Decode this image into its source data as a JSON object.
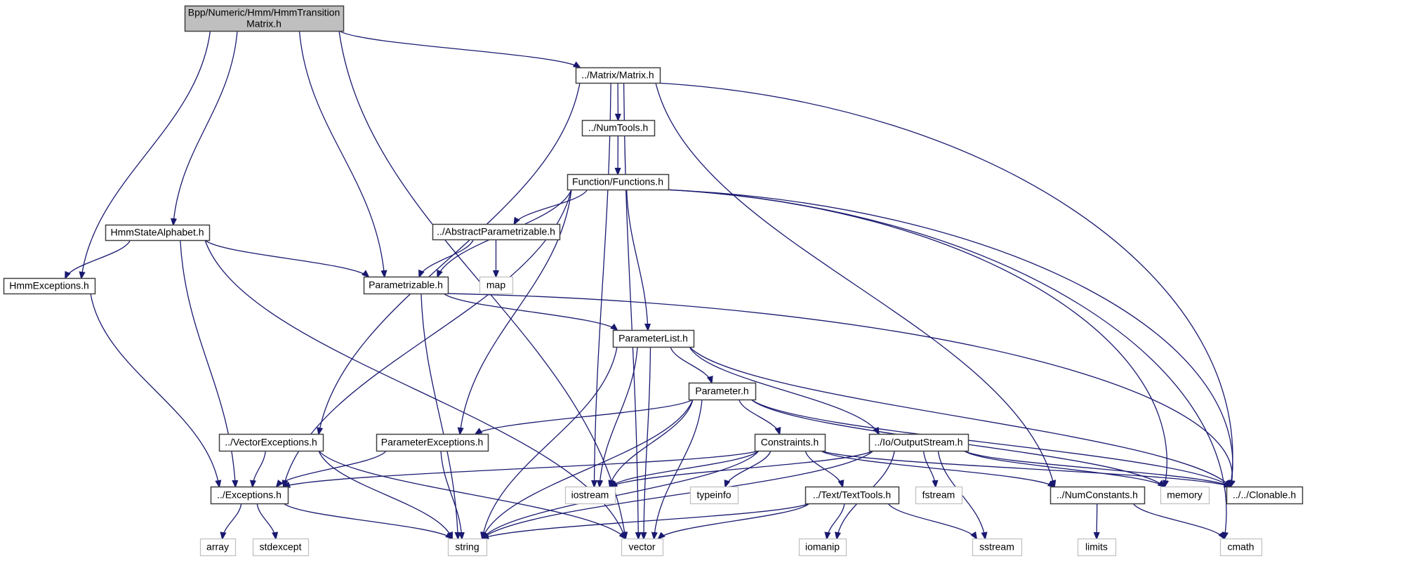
{
  "title": "Bpp/Numeric/Hmm/HmmTransitionMatrix.h",
  "colors": {
    "edge": "#191970",
    "root_fill": "#bfbfbf",
    "root_border": "#404040",
    "local_border": "#404040",
    "system_border": "#bfbfbf",
    "node_fill": "#ffffff"
  },
  "nodes": [
    {
      "id": "root",
      "lines": [
        "Bpp/Numeric/Hmm/HmmTransition",
        "Matrix.h"
      ],
      "kind": "root"
    },
    {
      "id": "matrix",
      "lines": [
        "../Matrix/Matrix.h"
      ],
      "kind": "local"
    },
    {
      "id": "numtools",
      "lines": [
        "../NumTools.h"
      ],
      "kind": "local"
    },
    {
      "id": "functions",
      "lines": [
        "Function/Functions.h"
      ],
      "kind": "local"
    },
    {
      "id": "hmmstatealphabet",
      "lines": [
        "HmmStateAlphabet.h"
      ],
      "kind": "local"
    },
    {
      "id": "abstractparametrizable",
      "lines": [
        "../AbstractParametrizable.h"
      ],
      "kind": "local"
    },
    {
      "id": "hmmexceptions",
      "lines": [
        "HmmExceptions.h"
      ],
      "kind": "local"
    },
    {
      "id": "parametrizable",
      "lines": [
        "Parametrizable.h"
      ],
      "kind": "local"
    },
    {
      "id": "map",
      "lines": [
        "map"
      ],
      "kind": "system"
    },
    {
      "id": "parameterlist",
      "lines": [
        "ParameterList.h"
      ],
      "kind": "local"
    },
    {
      "id": "parameter",
      "lines": [
        "Parameter.h"
      ],
      "kind": "local"
    },
    {
      "id": "vectorexceptions",
      "lines": [
        "../VectorExceptions.h"
      ],
      "kind": "local"
    },
    {
      "id": "parameterexceptions",
      "lines": [
        "ParameterExceptions.h"
      ],
      "kind": "local"
    },
    {
      "id": "constraints",
      "lines": [
        "Constraints.h"
      ],
      "kind": "local"
    },
    {
      "id": "outputstream",
      "lines": [
        "../Io/OutputStream.h"
      ],
      "kind": "local"
    },
    {
      "id": "exceptions",
      "lines": [
        "../Exceptions.h"
      ],
      "kind": "local"
    },
    {
      "id": "iostream",
      "lines": [
        "iostream"
      ],
      "kind": "system"
    },
    {
      "id": "typeinfo",
      "lines": [
        "typeinfo"
      ],
      "kind": "system"
    },
    {
      "id": "texttools",
      "lines": [
        "../Text/TextTools.h"
      ],
      "kind": "local"
    },
    {
      "id": "fstream",
      "lines": [
        "fstream"
      ],
      "kind": "system"
    },
    {
      "id": "numconstants",
      "lines": [
        "../NumConstants.h"
      ],
      "kind": "local"
    },
    {
      "id": "memory",
      "lines": [
        "memory"
      ],
      "kind": "system"
    },
    {
      "id": "clonable",
      "lines": [
        "../../Clonable.h"
      ],
      "kind": "local"
    },
    {
      "id": "array",
      "lines": [
        "array"
      ],
      "kind": "system"
    },
    {
      "id": "stdexcept",
      "lines": [
        "stdexcept"
      ],
      "kind": "system"
    },
    {
      "id": "string",
      "lines": [
        "string"
      ],
      "kind": "system"
    },
    {
      "id": "vector",
      "lines": [
        "vector"
      ],
      "kind": "system"
    },
    {
      "id": "iomanip",
      "lines": [
        "iomanip"
      ],
      "kind": "system"
    },
    {
      "id": "sstream",
      "lines": [
        "sstream"
      ],
      "kind": "system"
    },
    {
      "id": "limits",
      "lines": [
        "limits"
      ],
      "kind": "system"
    },
    {
      "id": "cmath",
      "lines": [
        "cmath"
      ],
      "kind": "system"
    }
  ],
  "edges": [
    [
      "root",
      "hmmexceptions"
    ],
    [
      "root",
      "hmmstatealphabet"
    ],
    [
      "root",
      "parametrizable"
    ],
    [
      "root",
      "matrix"
    ],
    [
      "root",
      "vector"
    ],
    [
      "matrix",
      "numtools"
    ],
    [
      "matrix",
      "vectorexceptions"
    ],
    [
      "matrix",
      "iostream"
    ],
    [
      "matrix",
      "numconstants"
    ],
    [
      "matrix",
      "clonable"
    ],
    [
      "matrix",
      "vector"
    ],
    [
      "numtools",
      "functions"
    ],
    [
      "functions",
      "abstractparametrizable"
    ],
    [
      "functions",
      "parametrizable"
    ],
    [
      "functions",
      "exceptions"
    ],
    [
      "functions",
      "parameterexceptions"
    ],
    [
      "functions",
      "parameterlist"
    ],
    [
      "functions",
      "memory"
    ],
    [
      "functions",
      "clonable"
    ],
    [
      "functions",
      "cmath"
    ],
    [
      "hmmstatealphabet",
      "hmmexceptions"
    ],
    [
      "hmmstatealphabet",
      "parametrizable"
    ],
    [
      "hmmstatealphabet",
      "exceptions"
    ],
    [
      "hmmstatealphabet",
      "vector"
    ],
    [
      "abstractparametrizable",
      "parametrizable"
    ],
    [
      "abstractparametrizable",
      "map"
    ],
    [
      "hmmexceptions",
      "exceptions"
    ],
    [
      "parametrizable",
      "parameterlist"
    ],
    [
      "parametrizable",
      "string"
    ],
    [
      "parametrizable",
      "clonable"
    ],
    [
      "parameterlist",
      "parameter"
    ],
    [
      "parameterlist",
      "outputstream"
    ],
    [
      "parameterlist",
      "string"
    ],
    [
      "parameterlist",
      "iostream"
    ],
    [
      "parameterlist",
      "vector"
    ],
    [
      "parameterlist",
      "clonable"
    ],
    [
      "parameter",
      "parameterexceptions"
    ],
    [
      "parameter",
      "constraints"
    ],
    [
      "parameter",
      "string"
    ],
    [
      "parameter",
      "iostream"
    ],
    [
      "parameter",
      "vector"
    ],
    [
      "parameter",
      "memory"
    ],
    [
      "parameter",
      "clonable"
    ],
    [
      "vectorexceptions",
      "exceptions"
    ],
    [
      "vectorexceptions",
      "string"
    ],
    [
      "vectorexceptions",
      "vector"
    ],
    [
      "parameterexceptions",
      "exceptions"
    ],
    [
      "parameterexceptions",
      "string"
    ],
    [
      "constraints",
      "exceptions"
    ],
    [
      "constraints",
      "iostream"
    ],
    [
      "constraints",
      "typeinfo"
    ],
    [
      "constraints",
      "texttools"
    ],
    [
      "constraints",
      "numconstants"
    ],
    [
      "constraints",
      "string"
    ],
    [
      "constraints",
      "clonable"
    ],
    [
      "outputstream",
      "iostream"
    ],
    [
      "outputstream",
      "fstream"
    ],
    [
      "outputstream",
      "iomanip"
    ],
    [
      "outputstream",
      "sstream"
    ],
    [
      "outputstream",
      "string"
    ],
    [
      "outputstream",
      "memory"
    ],
    [
      "outputstream",
      "clonable"
    ],
    [
      "exceptions",
      "array"
    ],
    [
      "exceptions",
      "stdexcept"
    ],
    [
      "exceptions",
      "string"
    ],
    [
      "texttools",
      "iomanip"
    ],
    [
      "texttools",
      "sstream"
    ],
    [
      "texttools",
      "string"
    ],
    [
      "texttools",
      "vector"
    ],
    [
      "numconstants",
      "limits"
    ],
    [
      "numconstants",
      "cmath"
    ]
  ]
}
